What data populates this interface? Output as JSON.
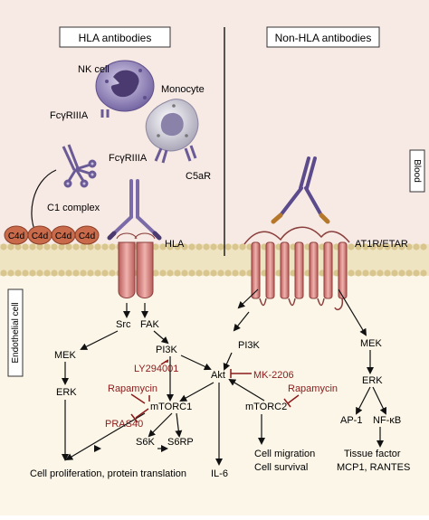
{
  "header": {
    "left_title": "HLA antibodies",
    "right_title": "Non-HLA antibodies"
  },
  "compartments": {
    "blood": "Blood",
    "endothelial_cell": "Endothelial cell"
  },
  "cells": {
    "nk_cell": "NK cell",
    "monocyte": "Monocyte",
    "fcgr_nk": "FcγRIIIA",
    "fcgr_mono": "FcγRIIIA",
    "c5ar": "C5aR"
  },
  "complement": {
    "c1_complex": "C1 complex",
    "c4d": [
      "C4d",
      "C4d",
      "C4d",
      "C4d"
    ]
  },
  "receptors": {
    "hla": "HLA",
    "at1r": "AT1R/ETAR"
  },
  "hla_pathway": {
    "src": "Src",
    "fak": "FAK",
    "mek": "MEK",
    "erk": "ERK",
    "pi3k": "PI3K",
    "ly294002": "LY294001",
    "akt": "Akt",
    "mk2206": "MK-2206",
    "rapamycin_left": "Rapamycin",
    "mtorc1": "mTORC1",
    "pras40": "PRAS40",
    "s6k": "S6K",
    "s6rp": "S6RP",
    "outcome_proliferation": "Cell proliferation, protein translation",
    "outcome_il6": "IL-6"
  },
  "non_hla_pathway": {
    "pi3k": "PI3K",
    "mtorc2": "mTORC2",
    "rapamycin_right": "Rapamycin",
    "outcome_migration_1": "Cell migration",
    "outcome_migration_2": "Cell survival",
    "mek": "MEK",
    "erk": "ERK",
    "ap1": "AP-1",
    "nfkb": "NF-κB",
    "outcome_tissue_1": "Tissue factor",
    "outcome_tissue_2": "MCP1, RANTES"
  },
  "colors": {
    "blood_bg": "#f7e9e4",
    "cell_bg": "#fbf6e8",
    "membrane_head": "#d9c58e",
    "membrane_tail": "#e8dcb3",
    "c4d_fill": "#c96a4a",
    "receptor_fill": "#d98a86",
    "antibody_purple": "#5b4a8c",
    "inhibitor_red": "#8b1a1a",
    "nk_purple": "#7a6aa8",
    "monocyte_grey": "#b9b4c4"
  }
}
